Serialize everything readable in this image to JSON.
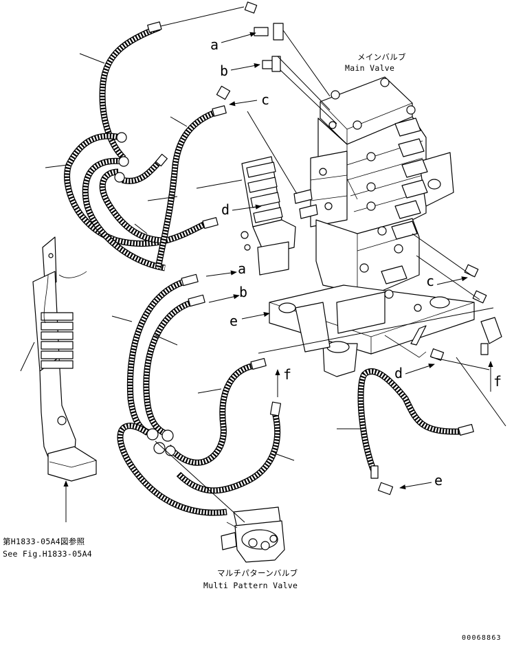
{
  "labels": {
    "a": "a",
    "b": "b",
    "c": "c",
    "d": "d",
    "e": "e",
    "f": "f"
  },
  "main_valve": {
    "jp": "メインバルブ",
    "en": "Main Valve"
  },
  "multi_pattern_valve": {
    "jp": "マルチパターンバルブ",
    "en": "Multi Pattern Valve"
  },
  "reference": {
    "jp": "第H1833-05A4図参照",
    "en": "See Fig.H1833-05A4"
  },
  "drawing_code": "00068863"
}
